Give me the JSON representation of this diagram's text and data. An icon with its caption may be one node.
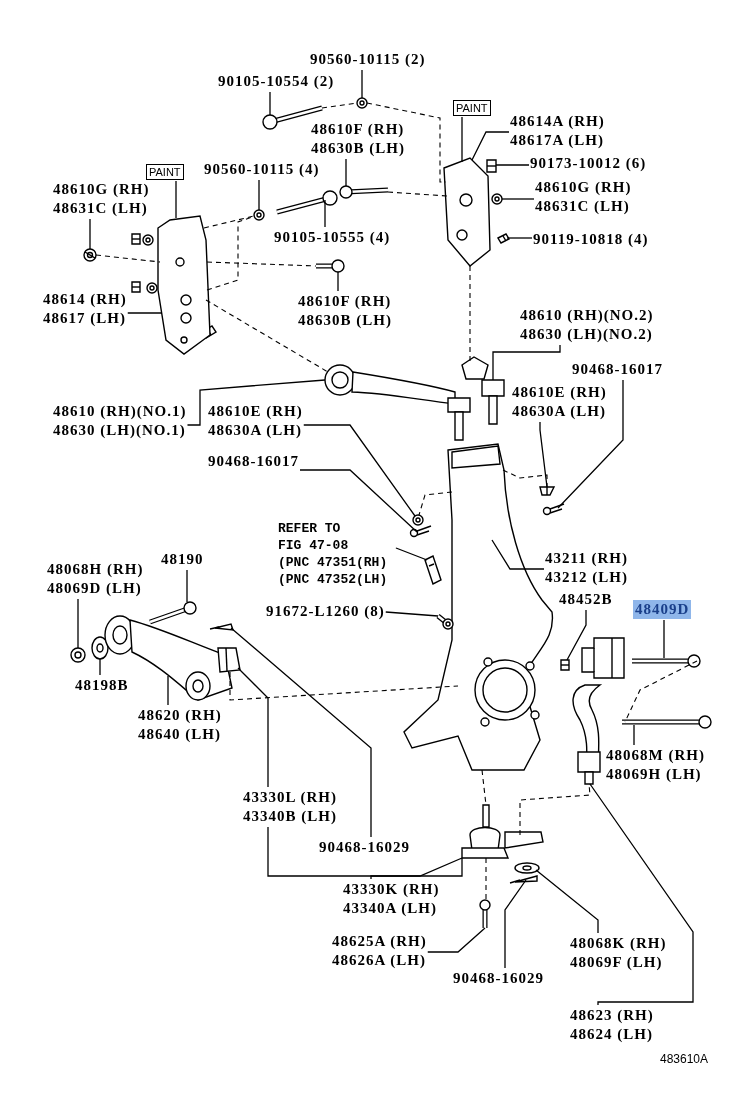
{
  "diagram": {
    "nodes": [
      {
        "text": [
          "90560-10115 (2)"
        ]
      },
      {
        "text": [
          "90105-10554 (2)"
        ]
      },
      {
        "text": [
          "PAINT"
        ]
      },
      {
        "text": [
          "48610G (RH)",
          "48631C (LH)"
        ]
      },
      {
        "text": [
          "90560-10115 (4)"
        ]
      },
      {
        "text": [
          "48610F (RH)",
          "48630B (LH)"
        ]
      },
      {
        "text": [
          "90105-10555 (4)"
        ]
      },
      {
        "text": [
          "48614 (RH)",
          "48617 (LH)"
        ]
      },
      {
        "text": [
          "48610F (RH)",
          "48630B (LH)"
        ]
      },
      {
        "text": [
          "PAINT"
        ]
      },
      {
        "text": [
          "48614A (RH)",
          "48617A (LH)"
        ]
      },
      {
        "text": [
          "90173-10012 (6)"
        ]
      },
      {
        "text": [
          "48610G (RH)",
          "48631C (LH)"
        ]
      },
      {
        "text": [
          "90119-10818 (4)"
        ]
      },
      {
        "text": [
          "48610 (RH)(NO.2)",
          "48630 (LH)(NO.2)"
        ]
      },
      {
        "text": [
          "90468-16017"
        ]
      },
      {
        "text": [
          "48610E (RH)",
          "48630A (LH)"
        ]
      },
      {
        "text": [
          "48610 (RH)(NO.1)",
          "48630 (LH)(NO.1)"
        ]
      },
      {
        "text": [
          "48610E (RH)",
          "48630A (LH)"
        ]
      },
      {
        "text": [
          "90468-16017"
        ]
      },
      {
        "text": [
          "REFER TO FIG 47-08",
          "(PNC 47351(RH) (PNC 47352(LH)"
        ]
      },
      {
        "text": [
          "43211 (RH)",
          "43212 (LH)"
        ]
      },
      {
        "text": [
          "48068H (RH)",
          "48069D (LH)"
        ]
      },
      {
        "text": [
          "48190"
        ]
      },
      {
        "text": [
          "91672-L1260 (8)"
        ]
      },
      {
        "text": [
          "48452B"
        ]
      },
      {
        "text": [
          "48409D"
        ]
      },
      {
        "text": [
          "48198B"
        ]
      },
      {
        "text": [
          "48620 (RH)",
          "48640 (LH)"
        ]
      },
      {
        "text": [
          "48068M (RH)",
          "48069H (LH)"
        ]
      },
      {
        "text": [
          "43330L (RH)",
          "43340B (LH)"
        ]
      },
      {
        "text": [
          "90468-16029"
        ]
      },
      {
        "text": [
          "43330K (RH)",
          "43340A (LH)"
        ]
      },
      {
        "text": [
          "48625A (RH)",
          "48626A (LH)"
        ]
      },
      {
        "text": [
          "48068K (RH)",
          "48069F (LH)"
        ]
      },
      {
        "text": [
          "90468-16029"
        ]
      },
      {
        "text": [
          "48623 (RH)",
          "48624 (LH)"
        ]
      },
      {
        "text": [],
        "shape": "picture"
      },
      {
        "text": [],
        "shape": "picture"
      },
      {
        "text": [],
        "shape": "picture"
      },
      {
        "text": [],
        "shape": "picture"
      },
      {
        "text": [],
        "shape": "picture"
      },
      {
        "text": [],
        "shape": "picture"
      },
      {
        "text": [],
        "shape": "picture"
      },
      {
        "text": [],
        "shape": "picture"
      },
      {
        "text": [],
        "shape": "picture"
      },
      {
        "text": [],
        "shape": "picture"
      },
      {
        "text": [],
        "shape": "picture"
      },
      {
        "text": [],
        "shape": "picture"
      },
      {
        "text": [],
        "shape": "picture"
      },
      {
        "text": [],
        "shape": "picture"
      },
      {
        "text": [],
        "shape": "picture"
      },
      {
        "text": [],
        "shape": "picture"
      },
      {
        "text": [],
        "shape": "picture"
      },
      {
        "text": [],
        "shape": "picture"
      },
      {
        "text": [],
        "shape": "picture"
      },
      {
        "text": [],
        "shape": "picture"
      },
      {
        "text": [],
        "shape": "picture"
      },
      {
        "text": [],
        "shape": "picture"
      },
      {
        "text": [],
        "shape": "picture"
      },
      {
        "text": [],
        "shape": "picture"
      },
      {
        "text": [],
        "shape": "picture"
      },
      {
        "text": [],
        "shape": "picture"
      },
      {
        "text": [],
        "shape": "picture"
      },
      {
        "text": [],
        "shape": "picture"
      },
      {
        "text": [],
        "shape": "picture"
      },
      {
        "text": [],
        "shape": "picture"
      },
      {
        "text": [],
        "shape": "picture"
      },
      {
        "text": [],
        "shape": "picture"
      },
      {
        "text": [],
        "shape": "picture"
      },
      {
        "text": [],
        "shape": "picture"
      },
      {
        "text": [],
        "shape": "picture"
      }
    ],
    "edges": [
      {
        "from": 0,
        "to": 37,
        "arrow": "none"
      },
      {
        "from": 1,
        "to": 38,
        "arrow": "none"
      },
      {
        "from": 2,
        "to": 39,
        "arrow": "none"
      },
      {
        "from": 3,
        "to": 40,
        "arrow": "none"
      },
      {
        "from": 4,
        "to": 41,
        "arrow": "none"
      },
      {
        "from": 5,
        "to": 42,
        "arrow": "none"
      },
      {
        "from": 6,
        "to": 43,
        "arrow": "none"
      },
      {
        "from": 7,
        "to": 39,
        "arrow": "none"
      },
      {
        "from": 8,
        "to": 44,
        "arrow": "none"
      },
      {
        "from": 9,
        "to": 45,
        "arrow": "none"
      },
      {
        "from": 10,
        "to": 45,
        "arrow": "none"
      },
      {
        "from": 11,
        "to": 46,
        "arrow": "none"
      },
      {
        "from": 12,
        "to": 47,
        "arrow": "none"
      },
      {
        "from": 13,
        "to": 48,
        "arrow": "none"
      },
      {
        "from": 14,
        "to": 49,
        "arrow": "none"
      },
      {
        "from": 15,
        "to": 50,
        "arrow": "none"
      },
      {
        "from": 16,
        "to": 51,
        "arrow": "none"
      },
      {
        "from": 17,
        "to": 52,
        "arrow": "none"
      },
      {
        "from": 18,
        "to": 53,
        "arrow": "none"
      },
      {
        "from": 19,
        "to": 54,
        "arrow": "none"
      },
      {
        "from": 20,
        "to": 55,
        "arrow": "none"
      },
      {
        "from": 21,
        "to": 56,
        "arrow": "none"
      },
      {
        "from": 22,
        "to": 57,
        "arrow": "none"
      },
      {
        "from": 23,
        "to": 58,
        "arrow": "none"
      },
      {
        "from": 24,
        "to": 59,
        "arrow": "none"
      },
      {
        "from": 25,
        "to": 60,
        "arrow": "none"
      },
      {
        "from": 26,
        "to": 61,
        "arrow": "none"
      },
      {
        "from": 27,
        "to": 62,
        "arrow": "none"
      },
      {
        "from": 28,
        "to": 63,
        "arrow": "none"
      },
      {
        "from": 29,
        "to": 64,
        "arrow": "none"
      },
      {
        "from": 30,
        "to": 65,
        "arrow": "none"
      },
      {
        "from": 30,
        "to": 67,
        "arrow": "none"
      },
      {
        "from": 31,
        "to": 66,
        "arrow": "none"
      },
      {
        "from": 32,
        "to": 67,
        "arrow": "none"
      },
      {
        "from": 33,
        "to": 68,
        "arrow": "none"
      },
      {
        "from": 34,
        "to": 69,
        "arrow": "none"
      },
      {
        "from": 35,
        "to": 70,
        "arrow": "none"
      },
      {
        "from": 36,
        "to": 71,
        "arrow": "none"
      },
      {
        "from": 38,
        "to": 37,
        "arrow": "none",
        "style": "dashed"
      },
      {
        "from": 37,
        "to": 45,
        "arrow": "none",
        "style": "dashed"
      },
      {
        "from": 39,
        "to": 41,
        "arrow": "none",
        "style": "dashed"
      },
      {
        "from": 39,
        "to": 41,
        "arrow": "none",
        "style": "dashed"
      },
      {
        "from": 40,
        "to": 39,
        "arrow": "none",
        "style": "dashed"
      },
      {
        "from": 39,
        "to": 44,
        "arrow": "none",
        "style": "dashed"
      },
      {
        "from": 42,
        "to": 45,
        "arrow": "none",
        "style": "dashed"
      },
      {
        "from": 39,
        "to": 52,
        "arrow": "none",
        "style": "dashed"
      },
      {
        "from": 45,
        "to": 49,
        "arrow": "none",
        "style": "dashed"
      },
      {
        "from": 56,
        "to": 53,
        "arrow": "none",
        "style": "dashed"
      },
      {
        "from": 56,
        "to": 51,
        "arrow": "none",
        "style": "dashed"
      },
      {
        "from": 65,
        "to": 56,
        "arrow": "none",
        "style": "dashed"
      },
      {
        "from": 56,
        "to": 67,
        "arrow": "none",
        "style": "dashed"
      },
      {
        "from": 67,
        "to": 71,
        "arrow": "none",
        "style": "dashed"
      },
      {
        "from": 67,
        "to": 68,
        "arrow": "none",
        "style": "dashed"
      },
      {
        "from": 61,
        "to": 64,
        "arrow": "none",
        "style": "dashed"
      }
    ],
    "labels": [
      "483610A"
    ]
  }
}
